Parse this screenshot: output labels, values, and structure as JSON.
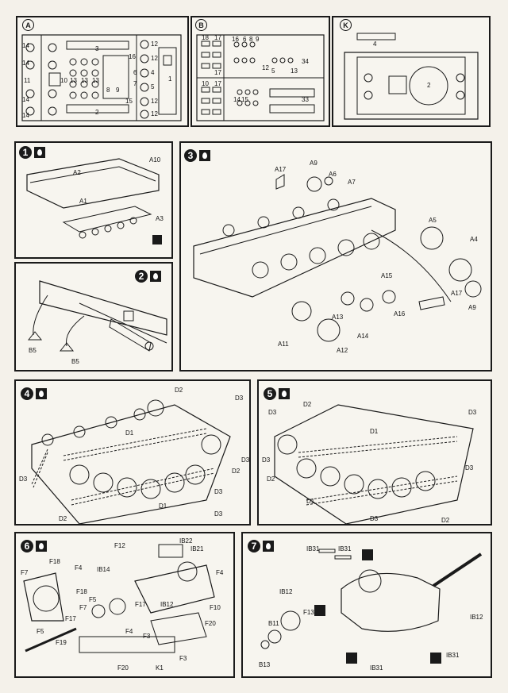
{
  "sprues": {
    "a": {
      "letter": "A",
      "labels": [
        "14",
        "14",
        "14",
        "14",
        "11",
        "10",
        "13",
        "13",
        "13",
        "3",
        "16",
        "2",
        "12",
        "12",
        "12",
        "12",
        "5",
        "4",
        "6",
        "7",
        "8",
        "1",
        "15",
        "9"
      ]
    },
    "b": {
      "letter": "B",
      "labels": [
        "18",
        "17",
        "17",
        "16",
        "6",
        "8",
        "9",
        "34",
        "10",
        "17",
        "12",
        "14",
        "15",
        "13",
        "33",
        "5"
      ]
    },
    "k": {
      "letter": "K",
      "labels": [
        "4",
        "2"
      ]
    }
  },
  "steps": {
    "s1": {
      "num": "1",
      "labels": [
        "A2",
        "A10",
        "A1",
        "A3"
      ]
    },
    "s2": {
      "num": "2",
      "labels": [
        "B5",
        "B5"
      ]
    },
    "s3": {
      "num": "3",
      "labels": [
        "A17",
        "A9",
        "A6",
        "A7",
        "A5",
        "A4",
        "A17",
        "A9",
        "A15",
        "A16",
        "A13",
        "A14",
        "A11",
        "A12"
      ]
    },
    "s4": {
      "num": "4",
      "labels": [
        "D2",
        "D3",
        "D3",
        "D1",
        "D3",
        "D2",
        "D3",
        "D1",
        "D2",
        "D3"
      ]
    },
    "s5": {
      "num": "5",
      "labels": [
        "D3",
        "D2",
        "D3",
        "D1",
        "D3",
        "D2",
        "D3",
        "D1",
        "D3",
        "D2"
      ]
    },
    "s6": {
      "num": "6",
      "labels": [
        "IB22",
        "F12",
        "IB21",
        "F18",
        "F4",
        "IB14",
        "F4",
        "F7",
        "F18",
        "F5",
        "F17",
        "IB12",
        "F10",
        "F7",
        "F17",
        "F5",
        "F3",
        "F20",
        "F19",
        "F4",
        "F3",
        "F20",
        "K1"
      ]
    },
    "s7": {
      "num": "7",
      "labels": [
        "IB31",
        "IB31",
        "IB12",
        "F13",
        "B11",
        "IB12",
        "B13",
        "IB31",
        "IB31"
      ]
    }
  }
}
